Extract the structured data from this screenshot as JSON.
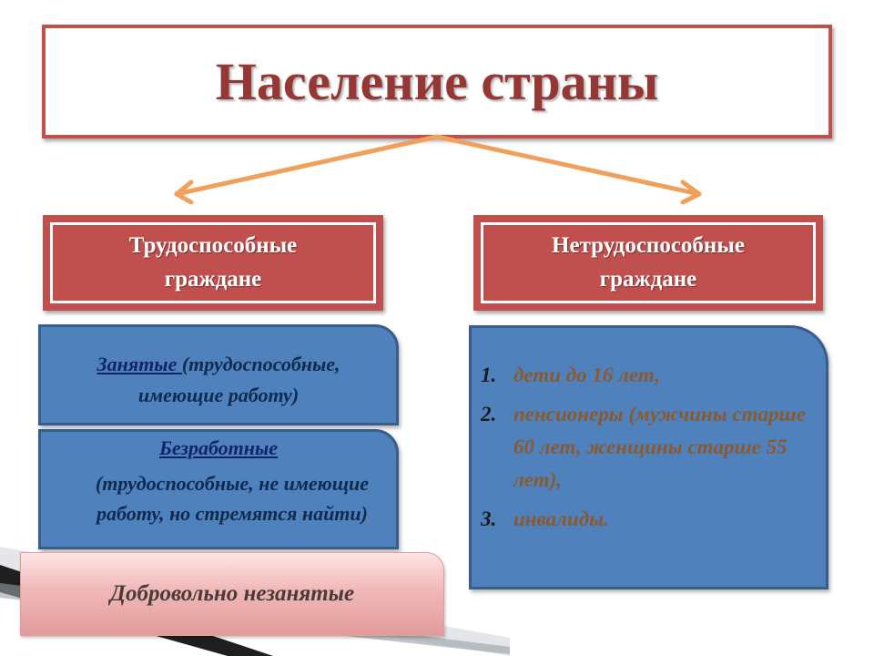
{
  "title": "Население страны",
  "able": {
    "label_line1": "Трудоспособные",
    "label_line2": "граждане"
  },
  "unable": {
    "label_line1": "Нетрудоспособные",
    "label_line2": "граждане"
  },
  "employed": {
    "head": "Занятые ",
    "desc_part1": "(трудоспособные,",
    "desc_part2": "имеющие работу)"
  },
  "unemployed": {
    "head": "Безработные",
    "desc": "(трудоспособные, не имеющие работу, но стремятся найти)"
  },
  "voluntary": "Добровольно незанятые",
  "unable_list": [
    {
      "num": "1.",
      "text": "дети  до 16 лет,"
    },
    {
      "num": "2.",
      "text": "пенсионеры  (мужчины старше 60 лет, женщины  старше 55 лет),"
    },
    {
      "num": "3.",
      "text": "инвалиды."
    }
  ],
  "colors": {
    "accent_red": "#c0504d",
    "title_text": "#953735",
    "blue_box": "#4f81bd",
    "arrow": "#f0a05a"
  }
}
